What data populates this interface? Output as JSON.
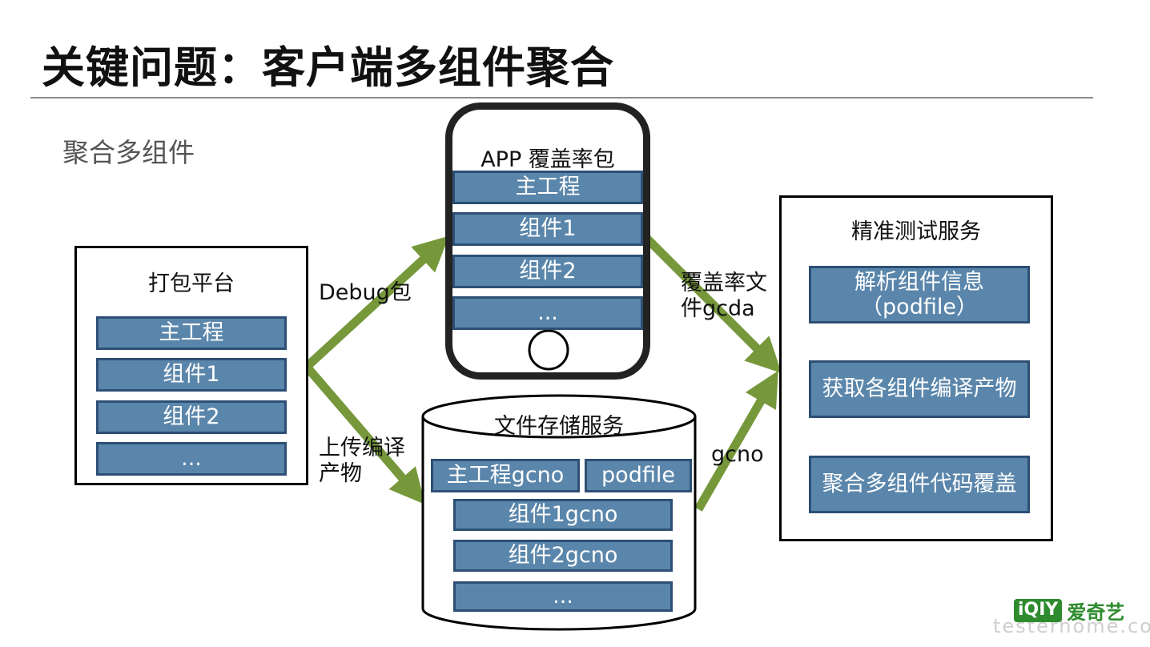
{
  "slide": {
    "title": "关键问题：客户端多组件聚合",
    "subtitle": "聚合多组件"
  },
  "build_platform": {
    "title": "打包平台",
    "items": [
      "主工程",
      "组件1",
      "组件2",
      "..."
    ]
  },
  "app_package": {
    "title": "APP 覆盖率包",
    "items": [
      "主工程",
      "组件1",
      "组件2",
      "..."
    ]
  },
  "file_storage": {
    "title": "文件存储服务",
    "items": [
      "主工程gcno",
      "podfile",
      "组件1gcno",
      "组件2gcno",
      "..."
    ]
  },
  "precision_service": {
    "title": "精准测试服务",
    "steps": [
      "解析组件信息（podfile）",
      "获取各组件编译产物",
      "聚合多组件代码覆盖"
    ]
  },
  "arrows": {
    "debug": "Debug包",
    "upload": "上传编译产物",
    "coverage": "覆盖率文件gcda",
    "gcno": "gcno"
  },
  "branding": {
    "logo_mark": "iQIY",
    "logo_text": "爱奇艺",
    "watermark": "testerhome.com"
  },
  "colors": {
    "chip_fill": "#5b86ab",
    "chip_border": "#2d4f74",
    "arrow_green": "#76983b",
    "logo_green": "#2e8b2e"
  }
}
